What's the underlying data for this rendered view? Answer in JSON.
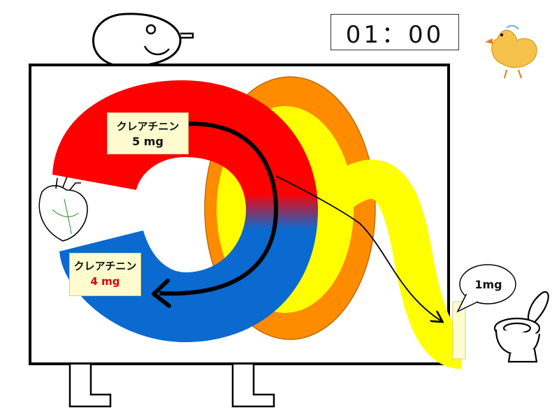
{
  "timer": {
    "text": "01：00"
  },
  "blood_in": {
    "name": "クレアチニン",
    "amount": "5 mg"
  },
  "blood_out": {
    "name": "クレアチニン",
    "amount": "4 mg",
    "amount_color": "#e00000"
  },
  "urine": {
    "amount": "1mg"
  },
  "colors": {
    "artery_red": "#ff0000",
    "vein_blue": "#0a6ad0",
    "kidney_orange": "#ff8c00",
    "urine_yellow": "#ffff00",
    "label_bg": "#fffbcf"
  },
  "icons": [
    "face-icon",
    "heart-icon",
    "chick-icon",
    "toilet-icon"
  ]
}
